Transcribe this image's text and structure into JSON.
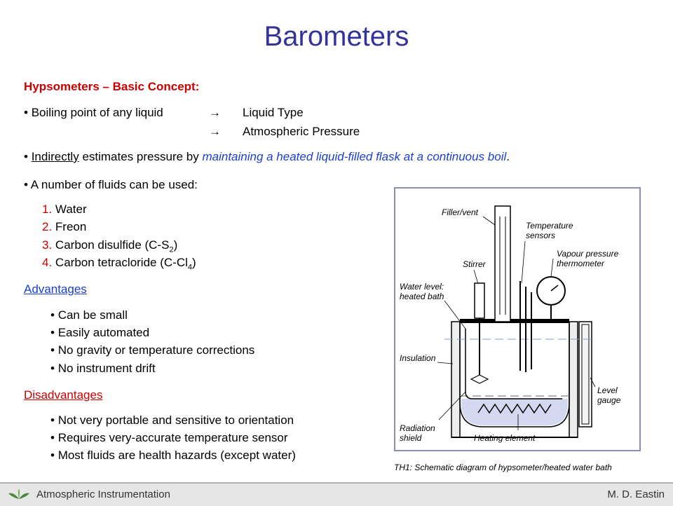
{
  "title": "Barometers",
  "heading": "Hypsometers – Basic Concept:",
  "bullet1": {
    "lead": "Boiling point of any liquid",
    "arrow": "→",
    "item1": "Liquid Type",
    "item2": "Atmospheric Pressure"
  },
  "bullet2": {
    "word1": "Indirectly",
    "mid": " estimates pressure by ",
    "blue": "maintaining a heated liquid-filled flask at a continuous boil",
    "end": "."
  },
  "bullet3": "A number of fluids can be used:",
  "fluids": [
    {
      "num": "1.",
      "text": "Water"
    },
    {
      "num": "2.",
      "text": "Freon"
    },
    {
      "num": "3.",
      "text": "Carbon disulfide (C-S",
      "sub": "2",
      "tail": ")"
    },
    {
      "num": "4.",
      "text": "Carbon tetracloride (C-Cl",
      "sub": "4",
      "tail": ")"
    }
  ],
  "advantages_label": "Advantages",
  "advantages": [
    "Can be small",
    "Easily automated",
    "No gravity or temperature corrections",
    "No instrument drift"
  ],
  "disadvantages_label": "Disadvantages",
  "disadvantages": [
    "Not very portable and sensitive to orientation",
    "Requires very-accurate temperature sensor",
    "Most fluids are health hazards (except water)"
  ],
  "figure": {
    "labels": {
      "filler": "Filler/vent",
      "temp1": "Temperature",
      "temp2": "sensors",
      "vapour1": "Vapour pressure",
      "vapour2": "thermometer",
      "stirrer": "Stirrer",
      "water1": "Water level:",
      "water2": "heated bath",
      "insulation": "Insulation",
      "level1": "Level",
      "level2": "gauge",
      "radiation1": "Radiation",
      "radiation2": "shield",
      "heating": "Heating element"
    },
    "caption": "TH1: Schematic diagram of hypsometer/heated water bath"
  },
  "footer": {
    "left": "Atmospheric Instrumentation",
    "right": "M. D. Eastin"
  }
}
